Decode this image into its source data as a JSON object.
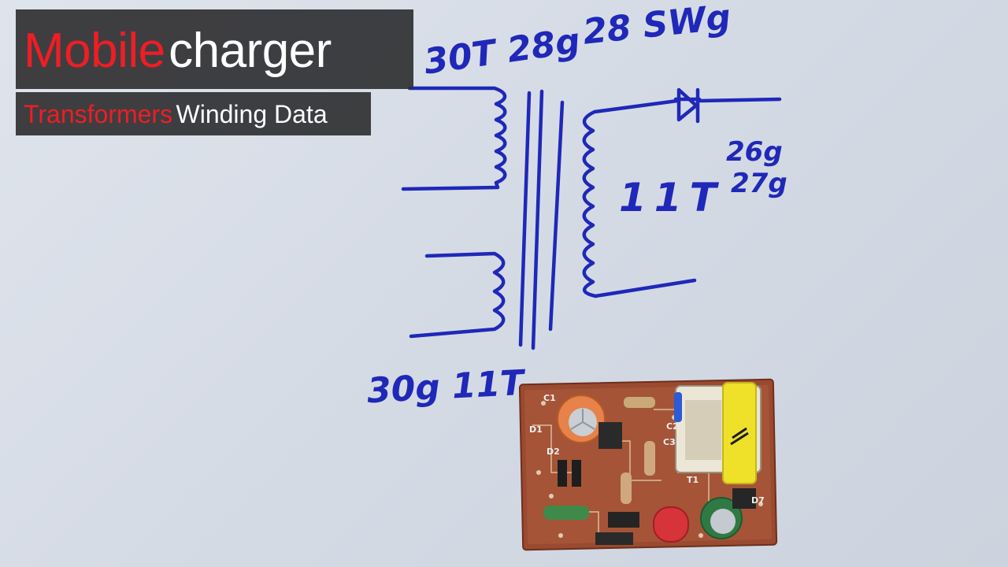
{
  "title": {
    "word1": "Mobile",
    "word2": "charger"
  },
  "subtitle": {
    "word1": "Transformers",
    "word2": "Winding Data"
  },
  "diagram_labels": {
    "primary": "30T 28g",
    "primary_swg": "28 SWg",
    "secondary_turns": "11T",
    "secondary_gauge_a": "26g",
    "secondary_gauge_b": "27g",
    "aux": "30g 11T"
  },
  "colors": {
    "ink": "#1f28b8",
    "title_red": "#ee1e24",
    "overlay_bg": "#303032",
    "pcb": "#9a4a30"
  },
  "pcb_labels": {
    "c1": "C1",
    "d1": "D1",
    "d2": "D2",
    "c2": "C2",
    "c3": "C3",
    "t1": "T1",
    "d7": "D7"
  }
}
